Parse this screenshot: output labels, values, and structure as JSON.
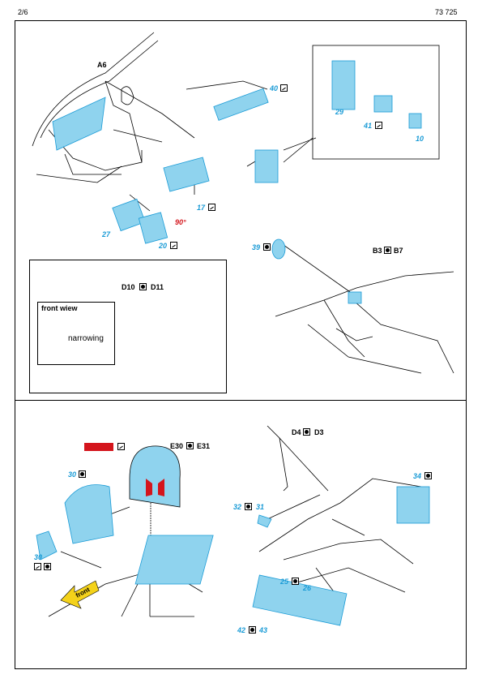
{
  "header": {
    "page": "2/6",
    "code": "73 725"
  },
  "parts": {
    "a6": "A6",
    "p40": "40",
    "p29": "29",
    "p41": "41",
    "p10": "10",
    "p17": "17",
    "p27": "27",
    "p20": "20",
    "deg": "90°",
    "p39": "39",
    "b3": "B3",
    "b7": "B7",
    "d10": "D10",
    "d11": "D11",
    "front_wiew": "front wiew",
    "narrowing": "narrowing",
    "e30": "E30",
    "e31": "E31",
    "p30a": "30",
    "p30b": "30",
    "front_arrow": "front",
    "d4": "D4",
    "d3": "D3",
    "p34": "34",
    "p32": "32",
    "p31": "31",
    "p25": "25",
    "p26": "26",
    "p42": "42",
    "p43": "43"
  },
  "colors": {
    "photo_etch": "#8fd3ee",
    "outline": "#1a9bd6",
    "paint_red": "#d4151c",
    "arrow_yellow": "#f4d21a"
  }
}
